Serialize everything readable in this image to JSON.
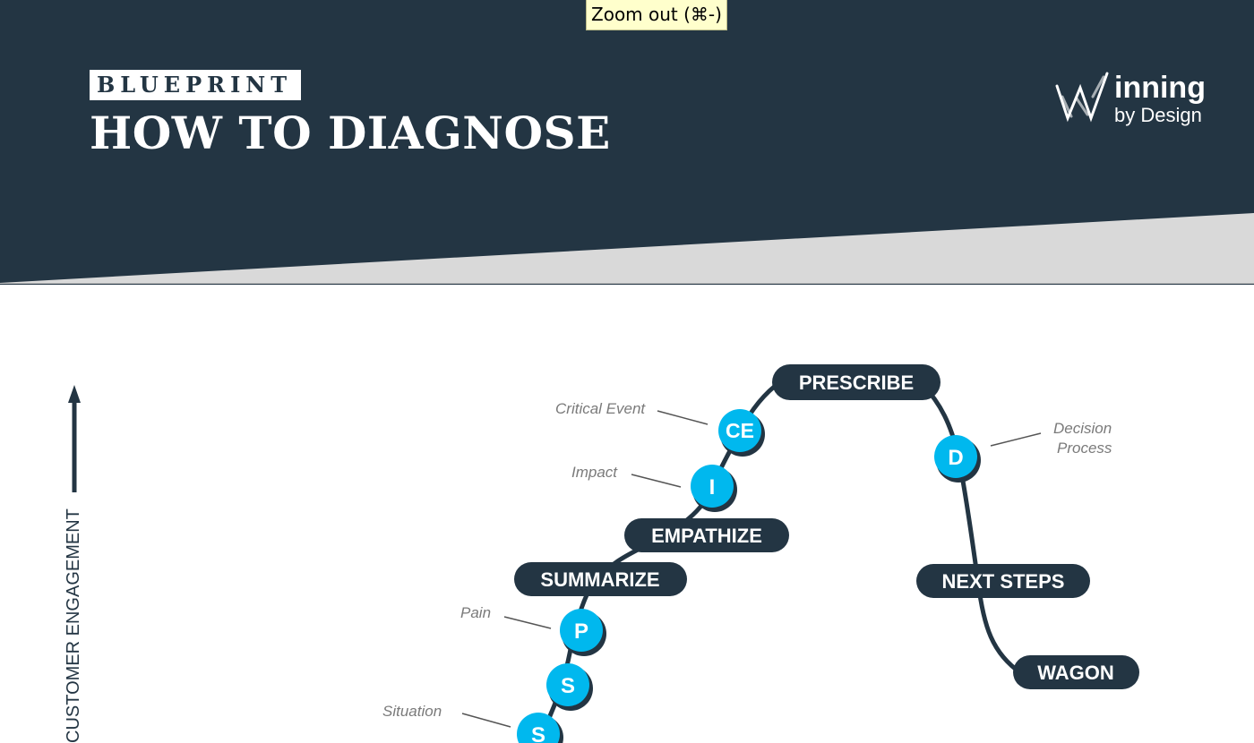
{
  "header": {
    "kicker": "BLUEPRINT",
    "title": "HOW TO DIAGNOSE",
    "logo_main": "inning",
    "logo_sub": "by Design"
  },
  "tooltip": "Zoom out (⌘-)",
  "axis_label": "CUSTOMER ENGAGEMENT",
  "colors": {
    "navy": "#233543",
    "cyan": "#00b8ee",
    "gray_band": "#d9d9d9",
    "note_gray": "#7a7a7a"
  },
  "stages": {
    "prescribe": "PRESCRIBE",
    "empathize": "EMPATHIZE",
    "summarize": "SUMMARIZE",
    "next_steps": "NEXT STEPS",
    "wagon": "WAGON"
  },
  "nodes": {
    "ce": "CE",
    "i": "I",
    "d": "D",
    "p": "P",
    "s1": "S",
    "s2": "S"
  },
  "notes": {
    "critical_event": "Critical Event",
    "impact": "Impact",
    "decision_1": "Decision",
    "decision_2": "Process",
    "pain": "Pain",
    "situation": "Situation"
  }
}
